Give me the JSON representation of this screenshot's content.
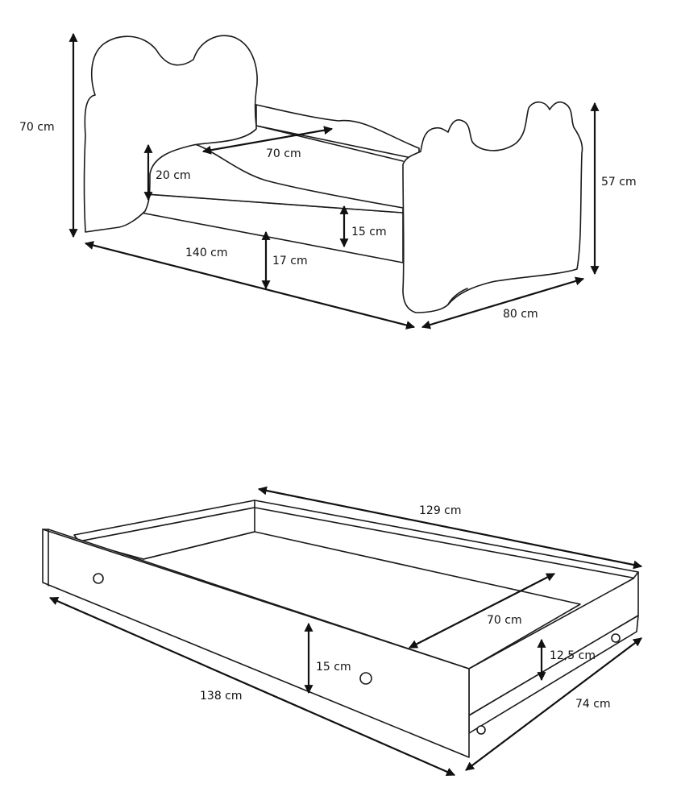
{
  "bed": {
    "height_total": "70 cm",
    "height_foot": "57 cm",
    "mattress_width": "70 cm",
    "rail_height": "20 cm",
    "drawer_front_height": "15 cm",
    "length": "140 cm",
    "clearance": "17 cm",
    "width": "80 cm"
  },
  "drawer": {
    "outer_length": "129 cm",
    "inner_width": "70 cm",
    "side_height": "12,5 cm",
    "front_height": "15 cm",
    "front_length": "138 cm",
    "depth": "74 cm"
  },
  "colors": {
    "line": "#1a1a1a",
    "background": "#ffffff"
  }
}
